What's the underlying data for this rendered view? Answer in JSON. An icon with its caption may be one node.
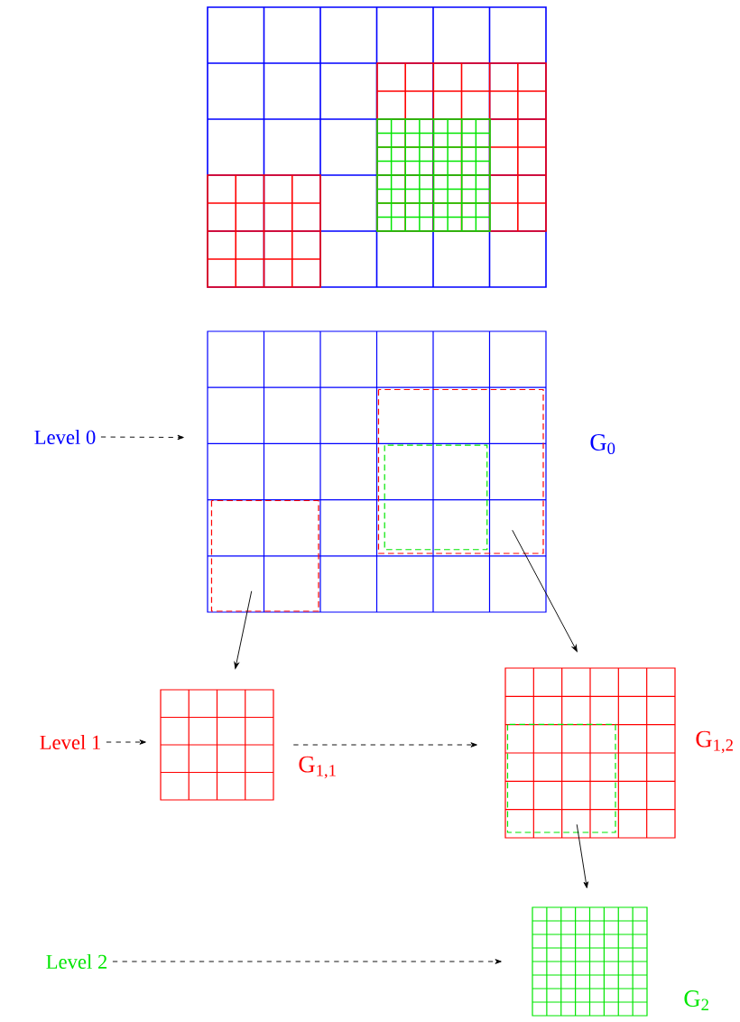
{
  "diagram": {
    "nodes": [
      {
        "text": [],
        "shape": "grid"
      },
      {
        "text": [
          "Level 0"
        ]
      },
      {
        "text": [],
        "shape": "grid",
        "beside": [
          "G$_{0}$"
        ]
      },
      {
        "text": [],
        "shape": "box",
        "in": 2
      },
      {
        "text": [],
        "shape": "box",
        "in": 2
      },
      {
        "text": [],
        "shape": "box",
        "in": 4
      },
      {
        "text": [
          "Level 1"
        ]
      },
      {
        "text": [],
        "shape": "grid",
        "beside": [
          "G$_{1,1}$"
        ]
      },
      {
        "text": [],
        "shape": "grid",
        "beside": [
          "G$_{1,2}$"
        ]
      },
      {
        "text": [],
        "shape": "box",
        "in": 8
      },
      {
        "text": [
          "Level 2"
        ]
      },
      {
        "text": [],
        "shape": "grid",
        "beside": [
          "G$_{2}$"
        ]
      }
    ],
    "edges": [
      {
        "from": 1,
        "to": 2,
        "arrow": "to",
        "style": "dashed"
      },
      {
        "from": 3,
        "to": 7,
        "arrow": "to"
      },
      {
        "from": 4,
        "to": 8,
        "arrow": "to"
      },
      {
        "from": 6,
        "to": 7,
        "arrow": "to",
        "style": "dashed"
      },
      {
        "from": 7,
        "to": 8,
        "arrow": "to",
        "style": "dashed"
      },
      {
        "from": 9,
        "to": 11,
        "arrow": "to"
      },
      {
        "from": 10,
        "to": 11,
        "arrow": "to",
        "style": "dashed"
      }
    ]
  }
}
